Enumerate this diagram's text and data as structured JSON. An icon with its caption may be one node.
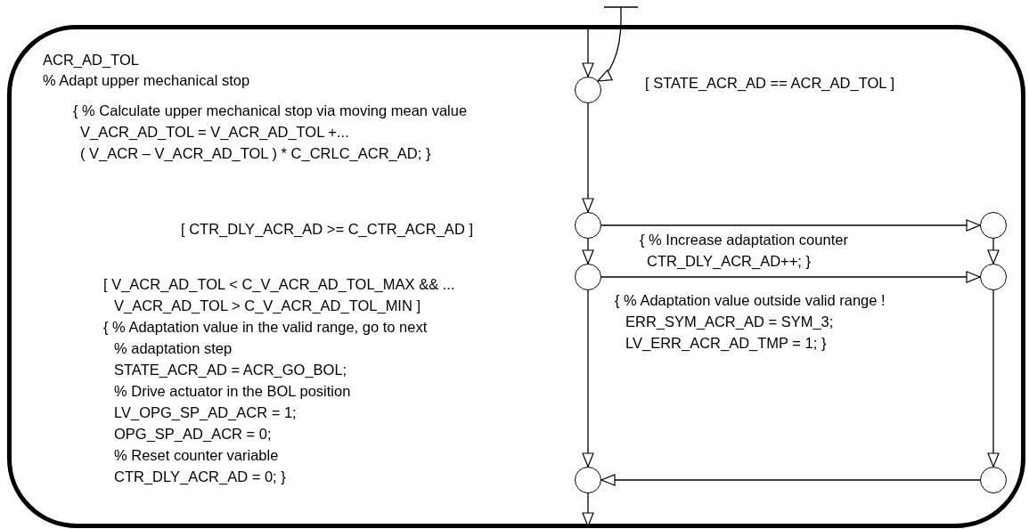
{
  "diagram": {
    "nodes": [
      {
        "text": [
          "ACR_AD_TOL",
          "% Adapt upper mechanical stop"
        ]
      },
      {
        "text": [],
        "shape": "circle",
        "in": 0
      },
      {
        "text": [],
        "shape": "circle",
        "in": 0
      },
      {
        "text": [],
        "shape": "circle",
        "in": 0
      },
      {
        "text": [],
        "shape": "circle",
        "in": 0
      },
      {
        "text": [],
        "shape": "circle",
        "in": 0
      },
      {
        "text": [],
        "shape": "circle",
        "in": 0
      },
      {
        "text": [],
        "shape": "circle",
        "in": 0
      }
    ],
    "edges": [
      {
        "from": null,
        "to": 1,
        "arrow": "to"
      },
      {
        "from": null,
        "to": 1,
        "arrow": "to"
      },
      {
        "from": 1,
        "to": 2,
        "arrow": "to"
      },
      {
        "from": 2,
        "to": 3,
        "arrow": "to"
      },
      {
        "from": 2,
        "to": 4,
        "arrow": "to"
      },
      {
        "from": 3,
        "to": 5,
        "arrow": "to"
      },
      {
        "from": 4,
        "to": 5,
        "arrow": "to"
      },
      {
        "from": 4,
        "to": 6,
        "arrow": "to"
      },
      {
        "from": 5,
        "to": 7,
        "arrow": "to"
      },
      {
        "from": 7,
        "to": 6,
        "arrow": "to"
      },
      {
        "from": 6,
        "to": null,
        "arrow": "to"
      }
    ],
    "labels": [
      "[ STATE_ACR_AD == ACR_AD_TOL ]",
      "{ % Calculate upper mechanical stop via moving mean value V_ACR_AD_TOL = V_ACR_AD_TOL +... ( V_ACR – V_ACR_AD_TOL ) * C_CRLC_ACR_AD; }",
      "[ CTR_DLY_ACR_AD >= C_CTR_ACR_AD ]",
      "{ % Increase adaptation counter CTR_DLY_ACR_AD++; }",
      "[ V_ACR_AD_TOL < C_V_ACR_AD_TOL_MAX && ... V_ACR_AD_TOL > C_V_ACR_AD_TOL_MIN ] { % Adaptation value in the valid range, go to next % adaptation step STATE_ACR_AD = ACR_GO_BOL; % Drive actuator in the BOL position LV_OPG_SP_AD_ACR = 1; OPG_SP_AD_ACR = 0; % Reset counter variable CTR_DLY_ACR_AD = 0; }",
      "{ % Adaptation value outside valid range ! ERR_SYM_ACR_AD = SYM_3; LV_ERR_ACR_AD_TMP = 1; }"
    ]
  }
}
